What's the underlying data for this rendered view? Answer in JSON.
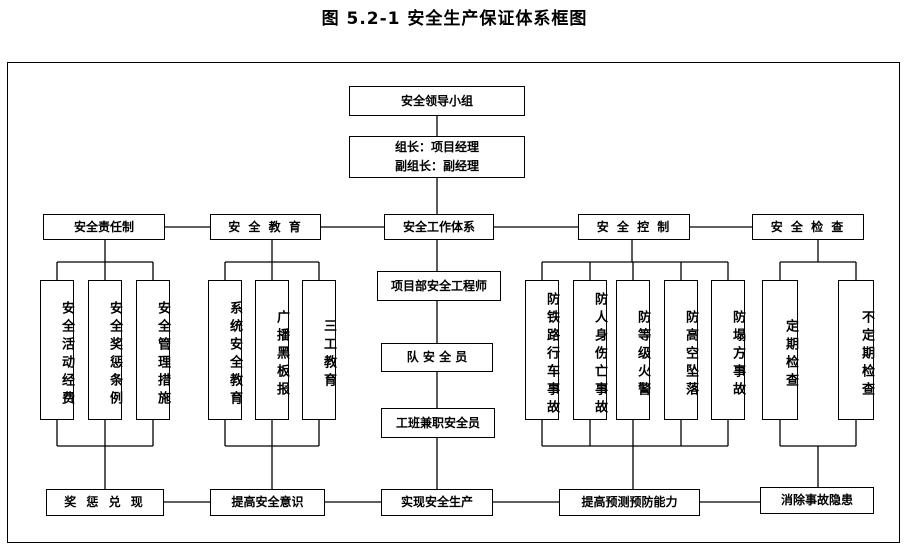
{
  "title": "图 5.2-1 安全生产保证体系框图",
  "top": {
    "group": "安全领导小组",
    "leader": "组长：项目经理",
    "deputy": "副组长：副经理"
  },
  "level2": {
    "responsibility": "安全责任制",
    "education": "安 全 教 育",
    "work_system": "安全工作体系",
    "control": "安 全 控 制",
    "inspection": "安 全 检 查"
  },
  "responsibility_items": [
    "安全活动经费",
    "安全奖惩条例",
    "安全管理措施"
  ],
  "education_items": [
    "系统安全教育",
    "广播黑板报",
    "三工教育"
  ],
  "work_chain": [
    "项目部安全工程师",
    "队 安 全 员",
    "工班兼职安全员"
  ],
  "control_items": [
    "防铁路行车事故",
    "防人身伤亡事故",
    "防等级火警",
    "防高空坠落",
    "防塌方事故"
  ],
  "inspection_items": [
    "定期检查",
    "不定期检查"
  ],
  "bottom": {
    "reward": "奖 惩 兑 现",
    "awareness": "提高安全意识",
    "production": "实现安全生产",
    "prevention": "提高预测预防能力",
    "hazard": "消除事故隐患"
  }
}
